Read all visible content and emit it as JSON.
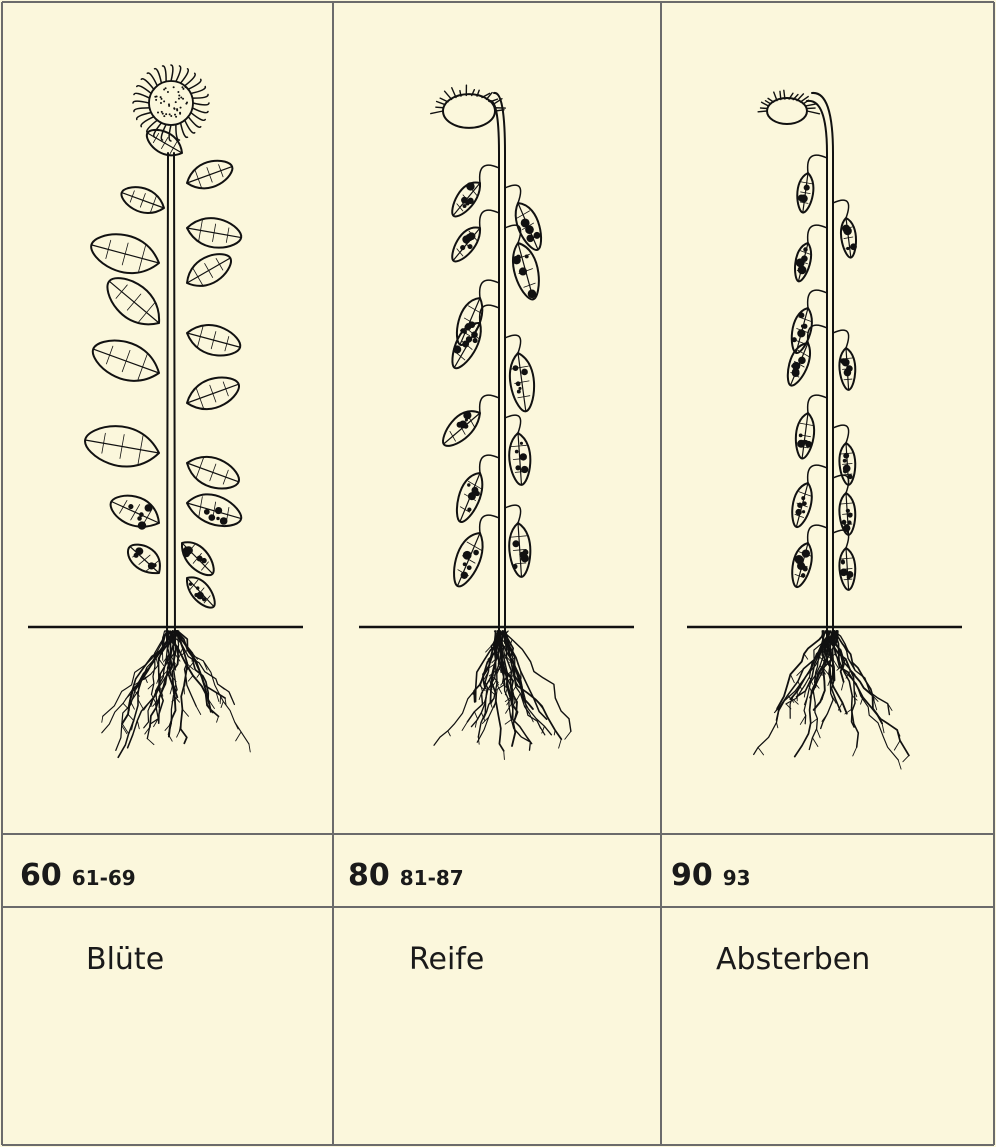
{
  "panels": [
    {
      "stage_label": "Blüte",
      "main_code": "60",
      "sub_code": "61-69",
      "phase": "bloom"
    },
    {
      "stage_label": "Reife",
      "main_code": "80",
      "sub_code": "81-87",
      "phase": "ripe"
    },
    {
      "stage_label": "Absterben",
      "main_code": "90",
      "sub_code": "93",
      "phase": "dying"
    }
  ],
  "colors": {
    "paper": "#fbf7dc",
    "ink": "#111111",
    "rule": "#6b6b6b"
  }
}
